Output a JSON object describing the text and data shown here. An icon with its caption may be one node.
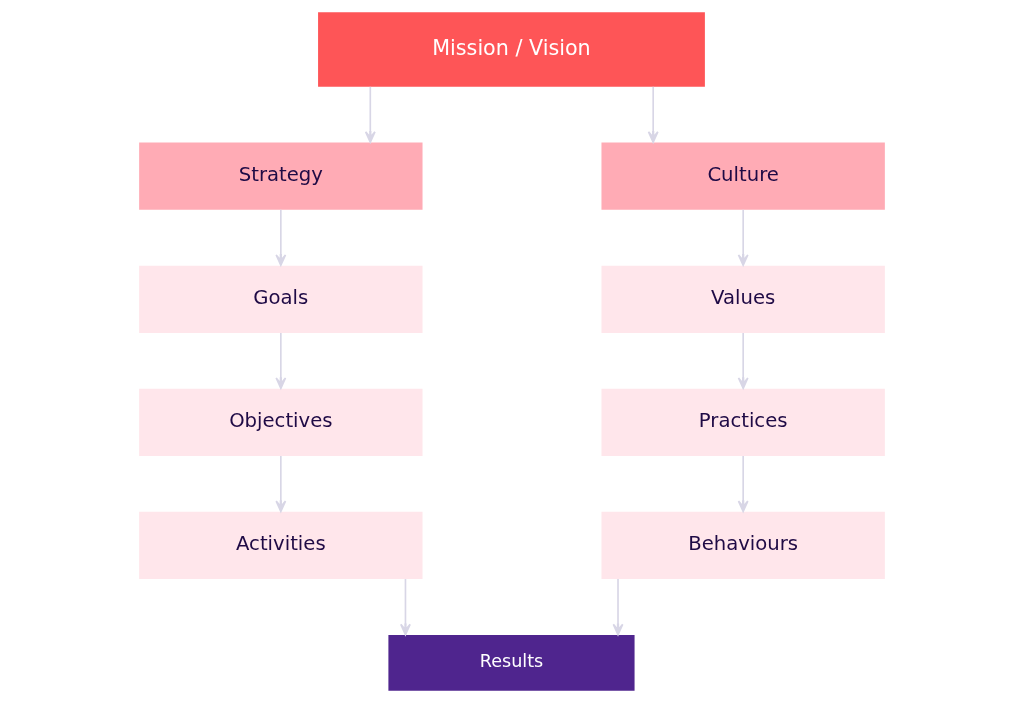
{
  "diagram": {
    "nodes": [
      {
        "text": [
          "Mission / Vision"
        ]
      },
      {
        "text": [
          "Strategy"
        ]
      },
      {
        "text": [
          "Culture"
        ]
      },
      {
        "text": [
          "Goals"
        ]
      },
      {
        "text": [
          "Values"
        ]
      },
      {
        "text": [
          "Objectives"
        ]
      },
      {
        "text": [
          "Practices"
        ]
      },
      {
        "text": [
          "Activities"
        ]
      },
      {
        "text": [
          "Behaviours"
        ]
      },
      {
        "text": [
          "Results"
        ]
      }
    ],
    "edges": [
      {
        "from": 0,
        "to": 1,
        "arrow": "to"
      },
      {
        "from": 0,
        "to": 2,
        "arrow": "to"
      },
      {
        "from": 1,
        "to": 3,
        "arrow": "to"
      },
      {
        "from": 3,
        "to": 5,
        "arrow": "to"
      },
      {
        "from": 5,
        "to": 7,
        "arrow": "to"
      },
      {
        "from": 2,
        "to": 4,
        "arrow": "to"
      },
      {
        "from": 4,
        "to": 6,
        "arrow": "to"
      },
      {
        "from": 6,
        "to": 8,
        "arrow": "to"
      },
      {
        "from": 7,
        "to": 9,
        "arrow": "to"
      },
      {
        "from": 8,
        "to": 9,
        "arrow": "to"
      }
    ]
  }
}
